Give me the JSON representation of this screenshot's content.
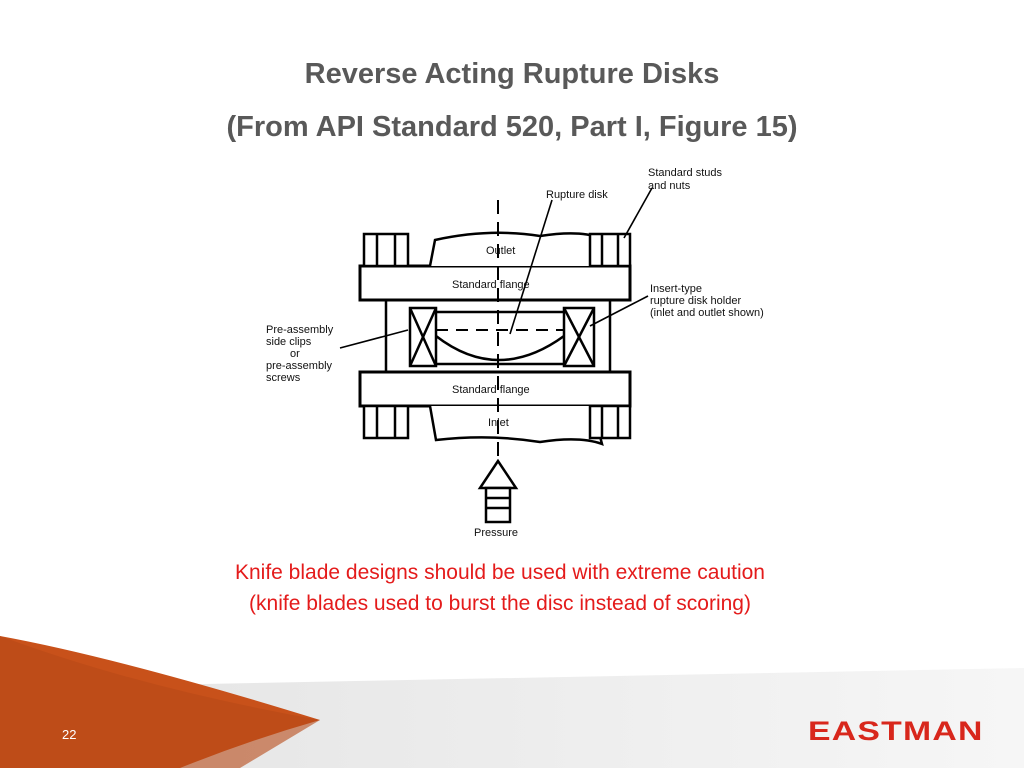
{
  "slide": {
    "title_line1": "Reverse Acting Rupture Disks",
    "title_line2": "(From API Standard 520, Part I, Figure 15)",
    "caption_line1": "Knife blade designs should be used with extreme caution",
    "caption_line2": "(knife blades used to burst the disc instead of scoring)",
    "page_number": "22",
    "logo_text": "EASTMAN"
  },
  "diagram": {
    "outlet": "Outlet",
    "upper_flange": "Standard flange",
    "lower_flange": "Standard flange",
    "inlet": "Inlet",
    "pressure": "Pressure",
    "rupture_disk": "Rupture disk",
    "studs_line1": "Standard studs",
    "studs_line2": "and nuts",
    "holder_line1": "Insert-type",
    "holder_line2": "rupture disk holder",
    "holder_line3": "(inlet and outlet shown)",
    "clips_line1": "Pre-assembly",
    "clips_line2": "side clips",
    "clips_line3": "or",
    "clips_line4": "pre-assembly",
    "clips_line5": "screws"
  },
  "colors": {
    "title": "#595959",
    "caption": "#e41b1b",
    "footer_orange": "#c8511a",
    "logo": "#d8271c"
  }
}
